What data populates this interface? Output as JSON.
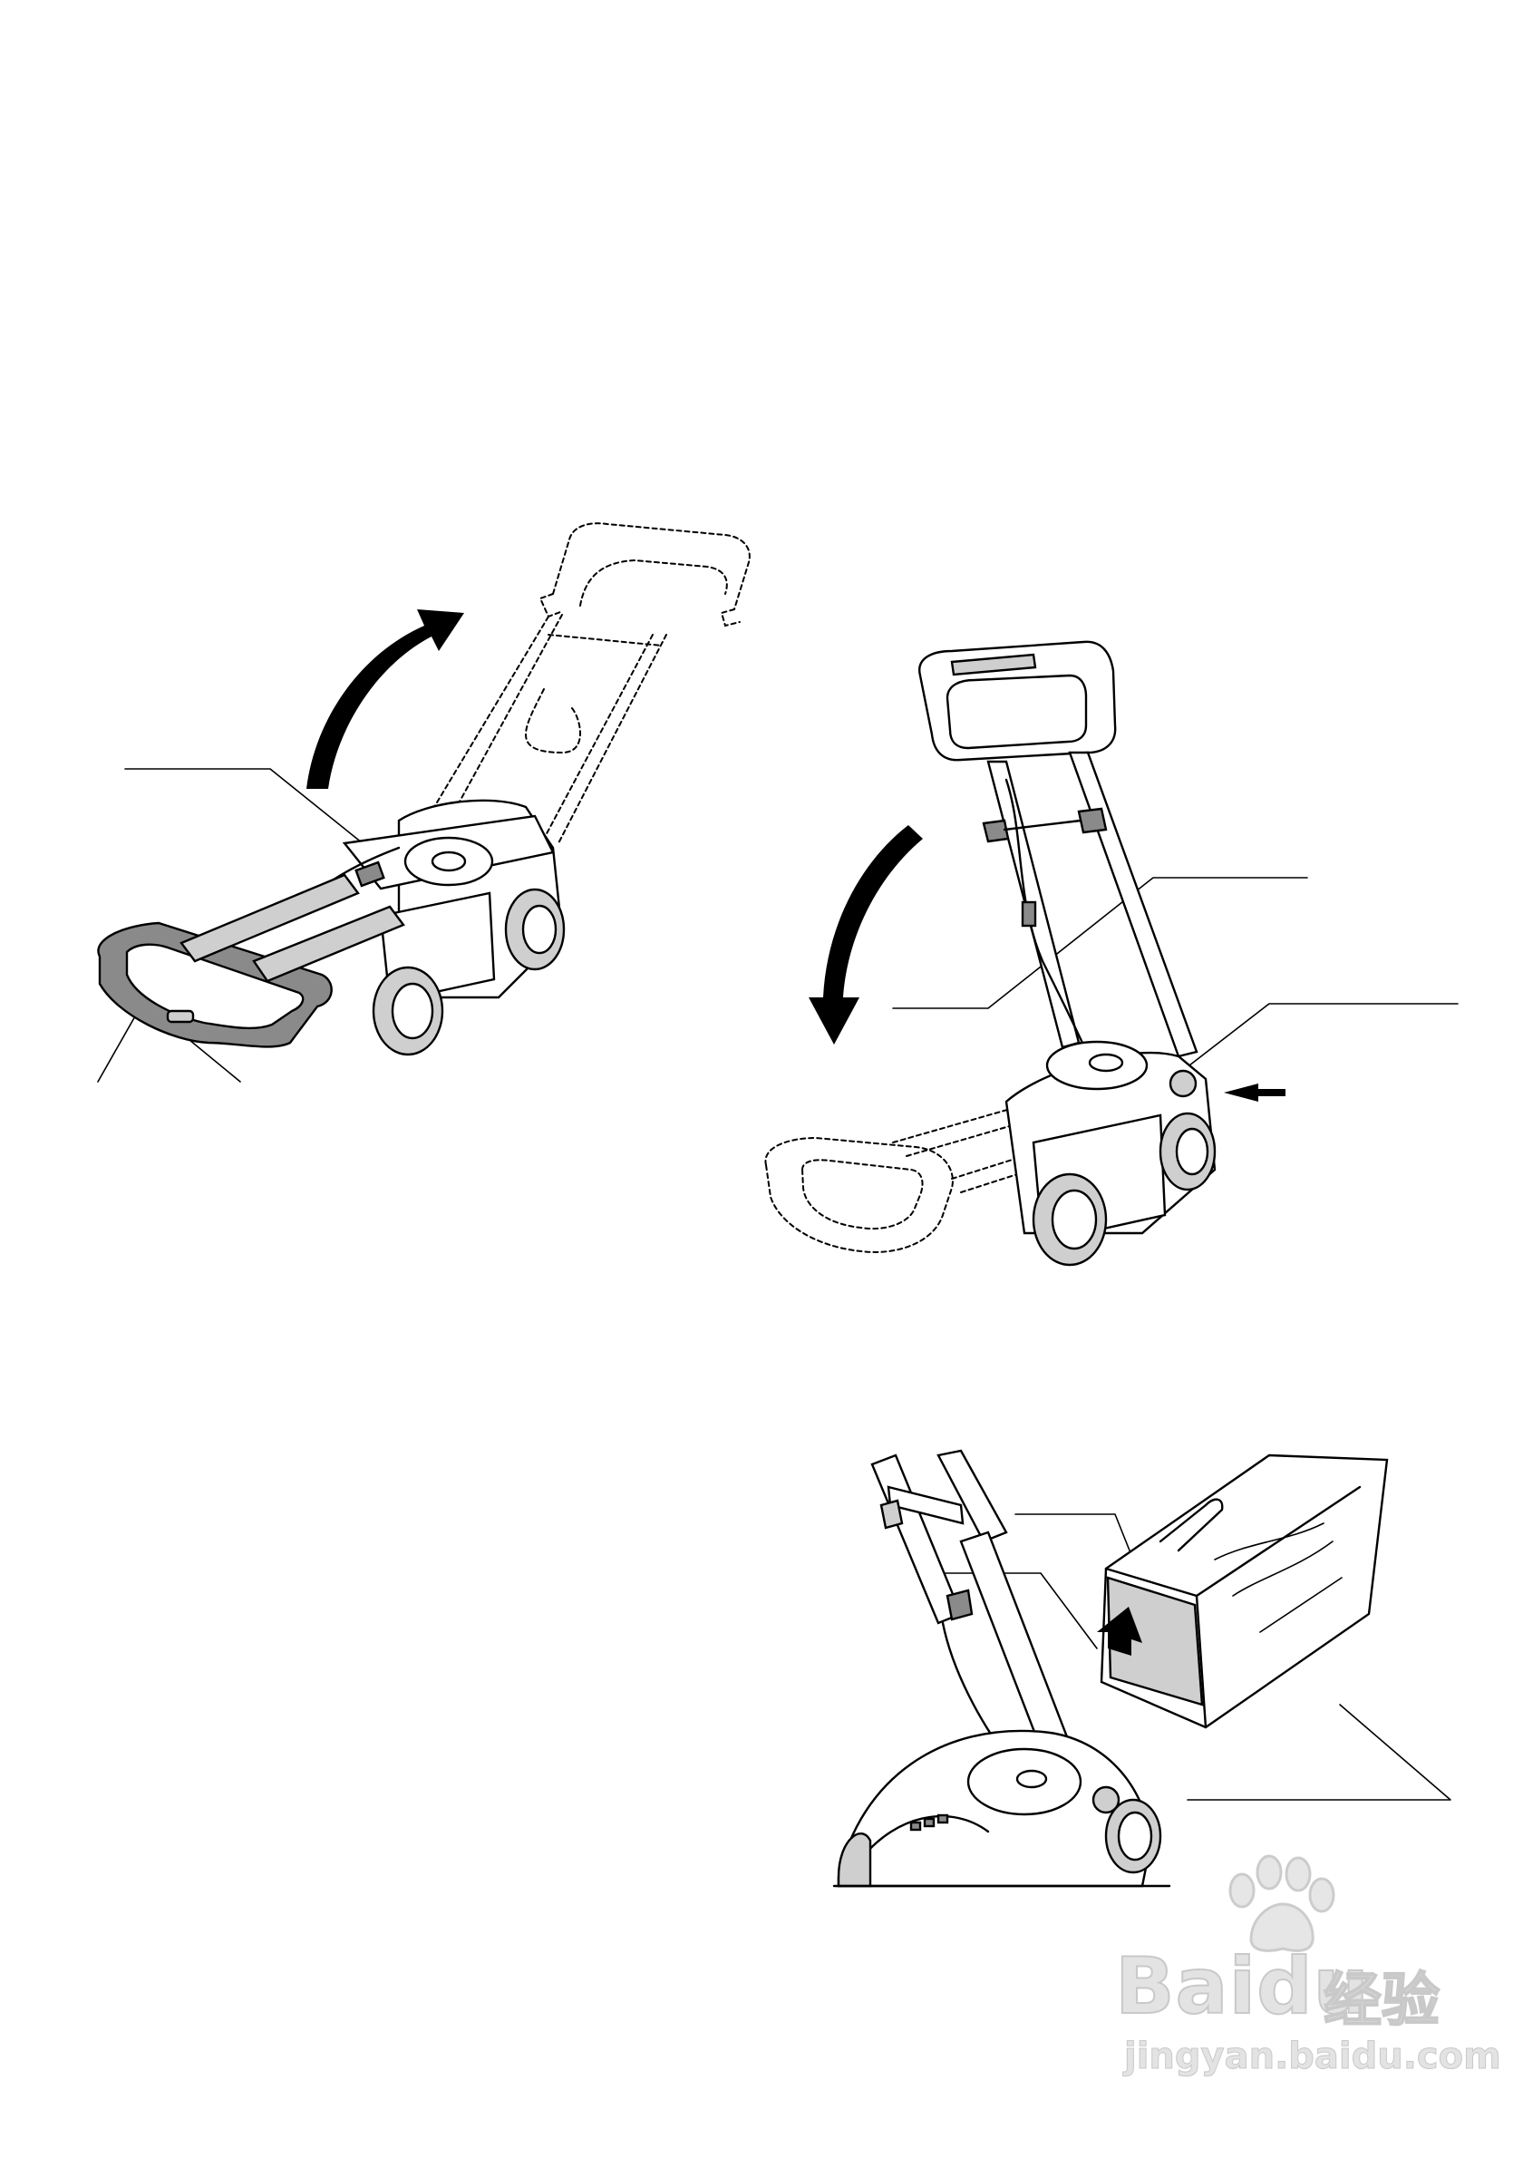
{
  "figures": [
    {
      "id": "fig-handle-unfold",
      "arrow": "curved-up-arrow"
    },
    {
      "id": "fig-handle-fold",
      "arrow": "curved-down-arrow",
      "push_arrow": "left-arrow"
    },
    {
      "id": "fig-grass-box-attach",
      "arrow": "up-arrow"
    }
  ],
  "watermark": {
    "brand": "Bai",
    "brand_tail": "du",
    "cn": "经验",
    "url": "jingyan.baidu.com"
  },
  "colors": {
    "ink": "#000000",
    "shade": "#8a8a8a",
    "light_shade": "#cfcfcf",
    "watermark": "#e3e3e3"
  }
}
